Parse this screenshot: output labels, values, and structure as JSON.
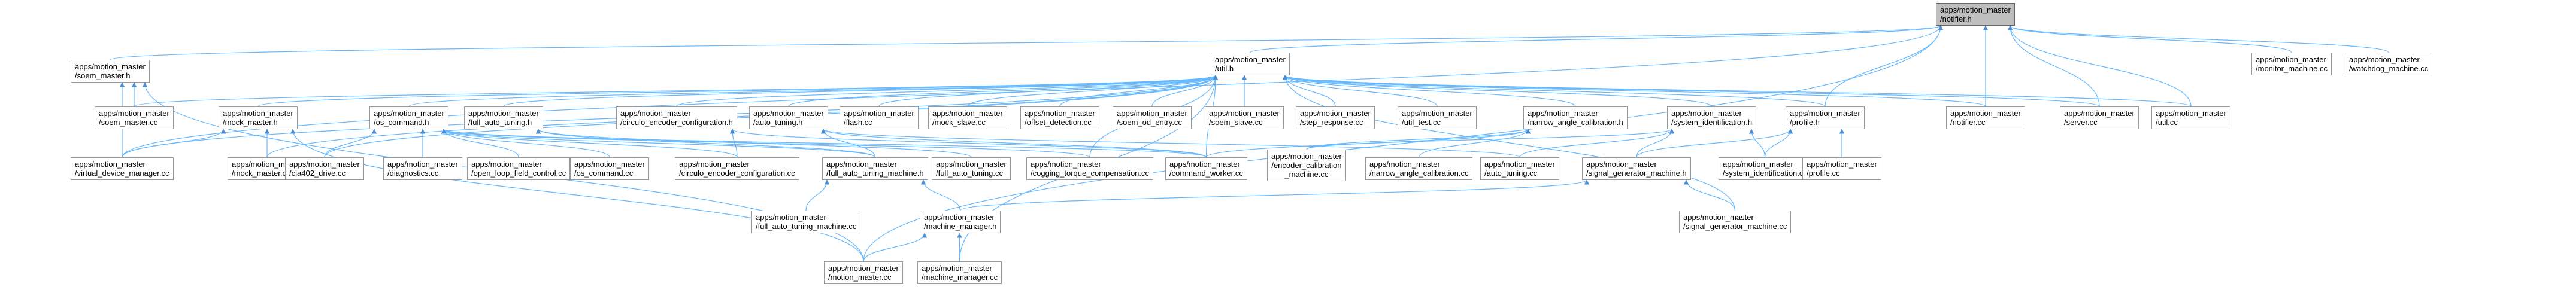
{
  "colors": {
    "edge": "#63b8ff",
    "edge_dark": "#4e8fd1",
    "node_border": "#999999",
    "root_fill": "#bfbfbf",
    "node_fill": "#ffffff"
  },
  "nodes": [
    {
      "id": "root",
      "lines": [
        "apps/motion_master",
        "/notifier.h"
      ]
    },
    {
      "id": "soem_master_h",
      "lines": [
        "apps/motion_master",
        "/soem_master.h"
      ]
    },
    {
      "id": "util_h",
      "lines": [
        "apps/motion_master",
        "/util.h"
      ]
    },
    {
      "id": "monitor_machine_cc",
      "lines": [
        "apps/motion_master",
        "/monitor_machine.cc"
      ]
    },
    {
      "id": "watchdog_machine_cc",
      "lines": [
        "apps/motion_master",
        "/watchdog_machine.cc"
      ]
    },
    {
      "id": "soem_master_cc",
      "lines": [
        "apps/motion_master",
        "/soem_master.cc"
      ]
    },
    {
      "id": "mock_master_h",
      "lines": [
        "apps/motion_master",
        "/mock_master.h"
      ]
    },
    {
      "id": "os_command_h",
      "lines": [
        "apps/motion_master",
        "/os_command.h"
      ]
    },
    {
      "id": "full_auto_tuning_h",
      "lines": [
        "apps/motion_master",
        "/full_auto_tuning.h"
      ]
    },
    {
      "id": "circulo_encoder_configuration_h",
      "lines": [
        "apps/motion_master",
        "/circulo_encoder_configuration.h"
      ]
    },
    {
      "id": "auto_tuning_h",
      "lines": [
        "apps/motion_master",
        "/auto_tuning.h"
      ]
    },
    {
      "id": "flash_cc",
      "lines": [
        "apps/motion_master",
        "/flash.cc"
      ]
    },
    {
      "id": "mock_slave_cc",
      "lines": [
        "apps/motion_master",
        "/mock_slave.cc"
      ]
    },
    {
      "id": "offset_detection_cc",
      "lines": [
        "apps/motion_master",
        "/offset_detection.cc"
      ]
    },
    {
      "id": "soem_od_entry_cc",
      "lines": [
        "apps/motion_master",
        "/soem_od_entry.cc"
      ]
    },
    {
      "id": "soem_slave_cc",
      "lines": [
        "apps/motion_master",
        "/soem_slave.cc"
      ]
    },
    {
      "id": "step_response_cc",
      "lines": [
        "apps/motion_master",
        "/step_response.cc"
      ]
    },
    {
      "id": "util_test_cc",
      "lines": [
        "apps/motion_master",
        "/util_test.cc"
      ]
    },
    {
      "id": "narrow_angle_calibration_h",
      "lines": [
        "apps/motion_master",
        "/narrow_angle_calibration.h"
      ]
    },
    {
      "id": "system_identification_h",
      "lines": [
        "apps/motion_master",
        "/system_identification.h"
      ]
    },
    {
      "id": "profile_h",
      "lines": [
        "apps/motion_master",
        "/profile.h"
      ]
    },
    {
      "id": "notifier_cc",
      "lines": [
        "apps/motion_master",
        "/notifier.cc"
      ]
    },
    {
      "id": "server_cc",
      "lines": [
        "apps/motion_master",
        "/server.cc"
      ]
    },
    {
      "id": "util_cc",
      "lines": [
        "apps/motion_master",
        "/util.cc"
      ]
    },
    {
      "id": "virtual_device_manager_cc",
      "lines": [
        "apps/motion_master",
        "/virtual_device_manager.cc"
      ]
    },
    {
      "id": "mock_master_cc",
      "lines": [
        "apps/motion_master",
        "/mock_master.cc"
      ]
    },
    {
      "id": "cia402_drive_cc",
      "lines": [
        "apps/motion_master",
        "/cia402_drive.cc"
      ]
    },
    {
      "id": "diagnostics_cc",
      "lines": [
        "apps/motion_master",
        "/diagnostics.cc"
      ]
    },
    {
      "id": "open_loop_field_control_cc",
      "lines": [
        "apps/motion_master",
        "/open_loop_field_control.cc"
      ]
    },
    {
      "id": "os_command_cc",
      "lines": [
        "apps/motion_master",
        "/os_command.cc"
      ]
    },
    {
      "id": "circulo_encoder_configuration_cc",
      "lines": [
        "apps/motion_master",
        "/circulo_encoder_configuration.cc"
      ]
    },
    {
      "id": "full_auto_tuning_machine_h",
      "lines": [
        "apps/motion_master",
        "/full_auto_tuning_machine.h"
      ]
    },
    {
      "id": "full_auto_tuning_cc",
      "lines": [
        "apps/motion_master",
        "/full_auto_tuning.cc"
      ]
    },
    {
      "id": "cogging_torque_compensation_cc",
      "lines": [
        "apps/motion_master",
        "/cogging_torque_compensation.cc"
      ]
    },
    {
      "id": "command_worker_cc",
      "lines": [
        "apps/motion_master",
        "/command_worker.cc"
      ]
    },
    {
      "id": "encoder_calibration_machine_cc",
      "lines": [
        "apps/motion_master",
        "/encoder_calibration",
        "_machine.cc"
      ]
    },
    {
      "id": "narrow_angle_calibration_cc",
      "lines": [
        "apps/motion_master",
        "/narrow_angle_calibration.cc"
      ]
    },
    {
      "id": "auto_tuning_cc",
      "lines": [
        "apps/motion_master",
        "/auto_tuning.cc"
      ]
    },
    {
      "id": "signal_generator_machine_h",
      "lines": [
        "apps/motion_master",
        "/signal_generator_machine.h"
      ]
    },
    {
      "id": "system_identification_cc",
      "lines": [
        "apps/motion_master",
        "/system_identification.cc"
      ]
    },
    {
      "id": "profile_cc",
      "lines": [
        "apps/motion_master",
        "/profile.cc"
      ]
    },
    {
      "id": "full_auto_tuning_machine_cc",
      "lines": [
        "apps/motion_master",
        "/full_auto_tuning_machine.cc"
      ]
    },
    {
      "id": "machine_manager_h",
      "lines": [
        "apps/motion_master",
        "/machine_manager.h"
      ]
    },
    {
      "id": "signal_generator_machine_cc",
      "lines": [
        "apps/motion_master",
        "/signal_generator_machine.cc"
      ]
    },
    {
      "id": "motion_master_cc",
      "lines": [
        "apps/motion_master",
        "/motion_master.cc"
      ]
    },
    {
      "id": "machine_manager_cc",
      "lines": [
        "apps/motion_master",
        "/machine_manager.cc"
      ]
    }
  ],
  "edges": [
    [
      "soem_master_h",
      "root"
    ],
    [
      "util_h",
      "root"
    ],
    [
      "monitor_machine_cc",
      "root"
    ],
    [
      "watchdog_machine_cc",
      "root"
    ],
    [
      "notifier_cc",
      "root"
    ],
    [
      "server_cc",
      "root"
    ],
    [
      "util_cc",
      "root"
    ],
    [
      "virtual_device_manager_cc",
      "root"
    ],
    [
      "motion_master_cc",
      "root"
    ],
    [
      "profile_h",
      "root"
    ],
    [
      "soem_master_cc",
      "soem_master_h"
    ],
    [
      "virtual_device_manager_cc",
      "soem_master_h"
    ],
    [
      "motion_master_cc",
      "soem_master_h"
    ],
    [
      "soem_master_cc",
      "util_h"
    ],
    [
      "mock_master_h",
      "util_h"
    ],
    [
      "os_command_h",
      "util_h"
    ],
    [
      "full_auto_tuning_h",
      "util_h"
    ],
    [
      "circulo_encoder_configuration_h",
      "util_h"
    ],
    [
      "auto_tuning_h",
      "util_h"
    ],
    [
      "flash_cc",
      "util_h"
    ],
    [
      "mock_slave_cc",
      "util_h"
    ],
    [
      "offset_detection_cc",
      "util_h"
    ],
    [
      "soem_od_entry_cc",
      "util_h"
    ],
    [
      "soem_slave_cc",
      "util_h"
    ],
    [
      "step_response_cc",
      "util_h"
    ],
    [
      "util_test_cc",
      "util_h"
    ],
    [
      "narrow_angle_calibration_h",
      "util_h"
    ],
    [
      "system_identification_h",
      "util_h"
    ],
    [
      "profile_h",
      "util_h"
    ],
    [
      "notifier_cc",
      "util_h"
    ],
    [
      "server_cc",
      "util_h"
    ],
    [
      "util_cc",
      "util_h"
    ],
    [
      "virtual_device_manager_cc",
      "util_h"
    ],
    [
      "mock_master_cc",
      "util_h"
    ],
    [
      "cia402_drive_cc",
      "util_h"
    ],
    [
      "command_worker_cc",
      "util_h"
    ],
    [
      "cogging_torque_compensation_cc",
      "util_h"
    ],
    [
      "signal_generator_machine_cc",
      "util_h"
    ],
    [
      "machine_manager_cc",
      "util_h"
    ],
    [
      "virtual_device_manager_cc",
      "mock_master_h"
    ],
    [
      "mock_master_cc",
      "mock_master_h"
    ],
    [
      "motion_master_cc",
      "mock_master_h"
    ],
    [
      "cia402_drive_cc",
      "os_command_h"
    ],
    [
      "diagnostics_cc",
      "os_command_h"
    ],
    [
      "open_loop_field_control_cc",
      "os_command_h"
    ],
    [
      "os_command_cc",
      "os_command_h"
    ],
    [
      "circulo_encoder_configuration_cc",
      "os_command_h"
    ],
    [
      "full_auto_tuning_machine_h",
      "os_command_h"
    ],
    [
      "command_worker_cc",
      "os_command_h"
    ],
    [
      "cogging_torque_compensation_cc",
      "os_command_h"
    ],
    [
      "full_auto_tuning_machine_h",
      "full_auto_tuning_h"
    ],
    [
      "full_auto_tuning_cc",
      "full_auto_tuning_h"
    ],
    [
      "circulo_encoder_configuration_cc",
      "circulo_encoder_configuration_h"
    ],
    [
      "command_worker_cc",
      "circulo_encoder_configuration_h"
    ],
    [
      "full_auto_tuning_machine_h",
      "auto_tuning_h"
    ],
    [
      "auto_tuning_cc",
      "auto_tuning_h"
    ],
    [
      "command_worker_cc",
      "auto_tuning_h"
    ],
    [
      "encoder_calibration_machine_cc",
      "narrow_angle_calibration_h"
    ],
    [
      "narrow_angle_calibration_cc",
      "narrow_angle_calibration_h"
    ],
    [
      "command_worker_cc",
      "narrow_angle_calibration_h"
    ],
    [
      "system_identification_cc",
      "system_identification_h"
    ],
    [
      "auto_tuning_cc",
      "system_identification_h"
    ],
    [
      "signal_generator_machine_h",
      "system_identification_h"
    ],
    [
      "encoder_calibration_machine_cc",
      "system_identification_h"
    ],
    [
      "profile_cc",
      "profile_h"
    ],
    [
      "signal_generator_machine_h",
      "profile_h"
    ],
    [
      "system_identification_cc",
      "profile_h"
    ],
    [
      "full_auto_tuning_machine_cc",
      "full_auto_tuning_machine_h"
    ],
    [
      "machine_manager_h",
      "full_auto_tuning_machine_h"
    ],
    [
      "machine_manager_h",
      "signal_generator_machine_h"
    ],
    [
      "signal_generator_machine_cc",
      "signal_generator_machine_h"
    ],
    [
      "motion_master_cc",
      "machine_manager_h"
    ],
    [
      "machine_manager_cc",
      "machine_manager_h"
    ]
  ]
}
